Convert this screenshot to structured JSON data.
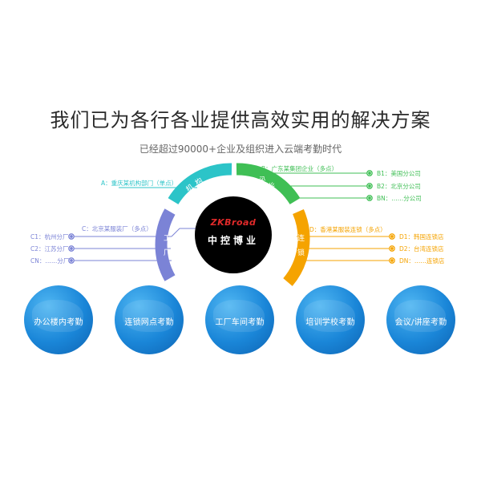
{
  "header": {
    "title": "我们已为各行各业提供高效实用的解决方案",
    "subtitle": "已经超过90000+企业及组织进入云端考勤时代"
  },
  "logo": {
    "brand_en": "ZKBroad",
    "brand_cn": "中控博业"
  },
  "segments": {
    "institutions": {
      "name": "机构",
      "label": "A：重庆某机构部门（单点）",
      "color": "#2cc4c8"
    },
    "enterprise": {
      "name": "企业",
      "label": "B：广东某集团企业（多点）",
      "color": "#3fbf55",
      "branches": [
        "B1：美国分公司",
        "B2：北京分公司",
        "BN：……分公司"
      ]
    },
    "factory": {
      "name": "工厂",
      "label": "C：北京某服装厂（多点）",
      "color": "#7b83d6",
      "branches": [
        "C1：杭州分厂",
        "C2：江苏分厂",
        "CN：……分厂"
      ]
    },
    "chain": {
      "name": "连锁",
      "label": "D：香港某服装连锁（多点）",
      "color": "#f5a300",
      "branches": [
        "D1：韩国连锁店",
        "D2：台湾连锁店",
        "DN：……连锁店"
      ]
    }
  },
  "scenarios": [
    "办公楼内考勤",
    "连锁网点考勤",
    "工厂车间考勤",
    "培训学校考勤",
    "会议/讲座考勤"
  ]
}
